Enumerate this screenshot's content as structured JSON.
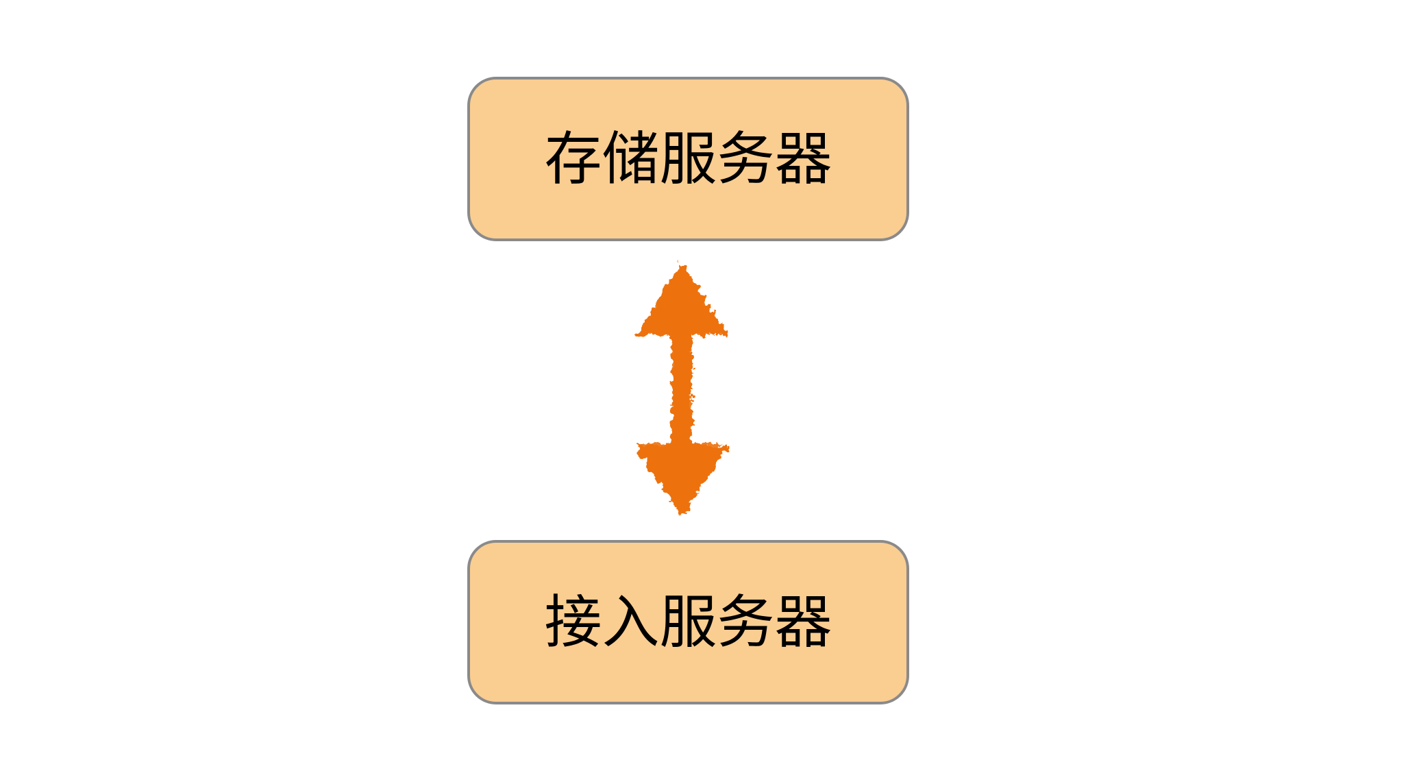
{
  "diagram": {
    "type": "flow-diagram",
    "background": "#ffffff",
    "nodes": [
      {
        "id": "storage-server",
        "label": "存储服务器"
      },
      {
        "id": "access-server",
        "label": "接入服务器"
      }
    ],
    "connector": {
      "type": "double-headed-arrow",
      "direction": "vertical",
      "style": "hand-drawn",
      "from": "storage-server",
      "to": "access-server"
    }
  },
  "colors": {
    "node_fill": "#facd91",
    "node_border": "#8a8a8a",
    "node_text": "#000000",
    "arrow": "#ed720f",
    "background": "#ffffff"
  }
}
